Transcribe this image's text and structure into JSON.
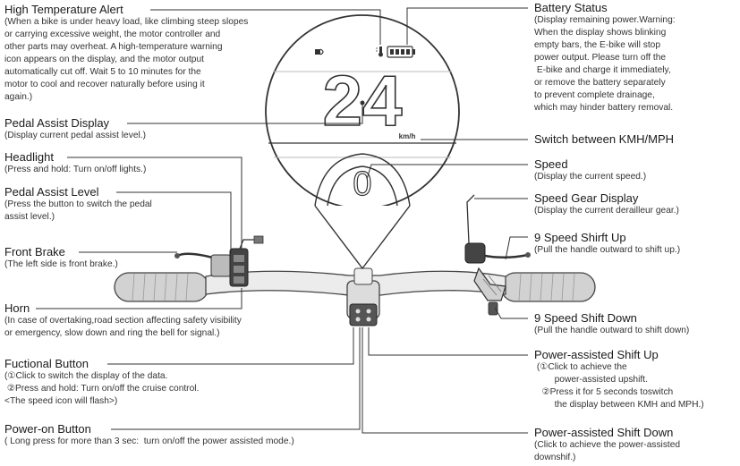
{
  "display": {
    "speed_digits": "24",
    "speed_small": "0",
    "unit_text": "km/h"
  },
  "annotations": {
    "high_temp": {
      "title": "High Temperature Alert",
      "desc": "(When a bike is under heavy load, like climbing steep slopes\nor carrying excessive weight, the motor controller and\nother parts may overheat. A high-temperature warning\nicon appears on the display, and the motor output\nautomatically cut off. Wait 5 to 10 minutes for the\nmotor to cool and recover naturally before using it\nagain.)"
    },
    "pedal_display": {
      "title": "Pedal Assist Display",
      "desc": "(Display current pedal assist level.)"
    },
    "headlight": {
      "title": "Headlight",
      "desc": "(Press and hold: Turn on/off lights.)"
    },
    "pedal_level": {
      "title": "Pedal Assist Level",
      "desc": "(Press the button to switch the pedal\nassist level.)"
    },
    "front_brake": {
      "title": "Front Brake",
      "desc": "(The left side is front brake.)"
    },
    "horn": {
      "title": "Horn",
      "desc": "(In case of overtaking,road section affecting safety visibility\nor emergency, slow down and ring the bell for signal.)"
    },
    "functional": {
      "title": "Fuctional Button",
      "desc": "(①Click to switch the display of the data.\n ②Press and hold: Turn on/off the cruise control.\n<The speed icon will flash>)"
    },
    "power_on": {
      "title": "Power-on Button",
      "desc": "( Long press for more than 3 sec:  turn on/off the power assisted mode.)"
    },
    "battery": {
      "title": "Battery Status",
      "desc": "(Display remaining power.Warning:\nWhen the display shows blinking\nempty bars, the E-bike will stop\npower output. Please turn off the\n E-bike and charge it immediately,\nor remove the battery separately\nto prevent complete drainage,\nwhich may hinder battery removal."
    },
    "switch_unit": {
      "title": "Switch between KMH/MPH",
      "desc": ""
    },
    "speed": {
      "title": "Speed",
      "desc": "(Display the current speed.)"
    },
    "gear_display": {
      "title": "Speed Gear Display",
      "desc": "(Display the current derailleur gear.)"
    },
    "shift_up": {
      "title": "9 Speed Shirft Up",
      "desc": "(Pull the handle outward to shift up.)"
    },
    "shift_down": {
      "title": "9 Speed Shift Down",
      "desc": "(Pull the handle outward to shift down)"
    },
    "pa_shift_up": {
      "title": "Power-assisted Shift Up",
      "desc": " (①Click to achieve the\n        power-assisted upshift.\n   ②Press it for 5 seconds toswitch\n        the display between KMH and MPH.)"
    },
    "pa_shift_down": {
      "title": "Power-assisted Shift Down",
      "desc": "(Click to achieve the power-assisted\ndownshif.)"
    }
  }
}
